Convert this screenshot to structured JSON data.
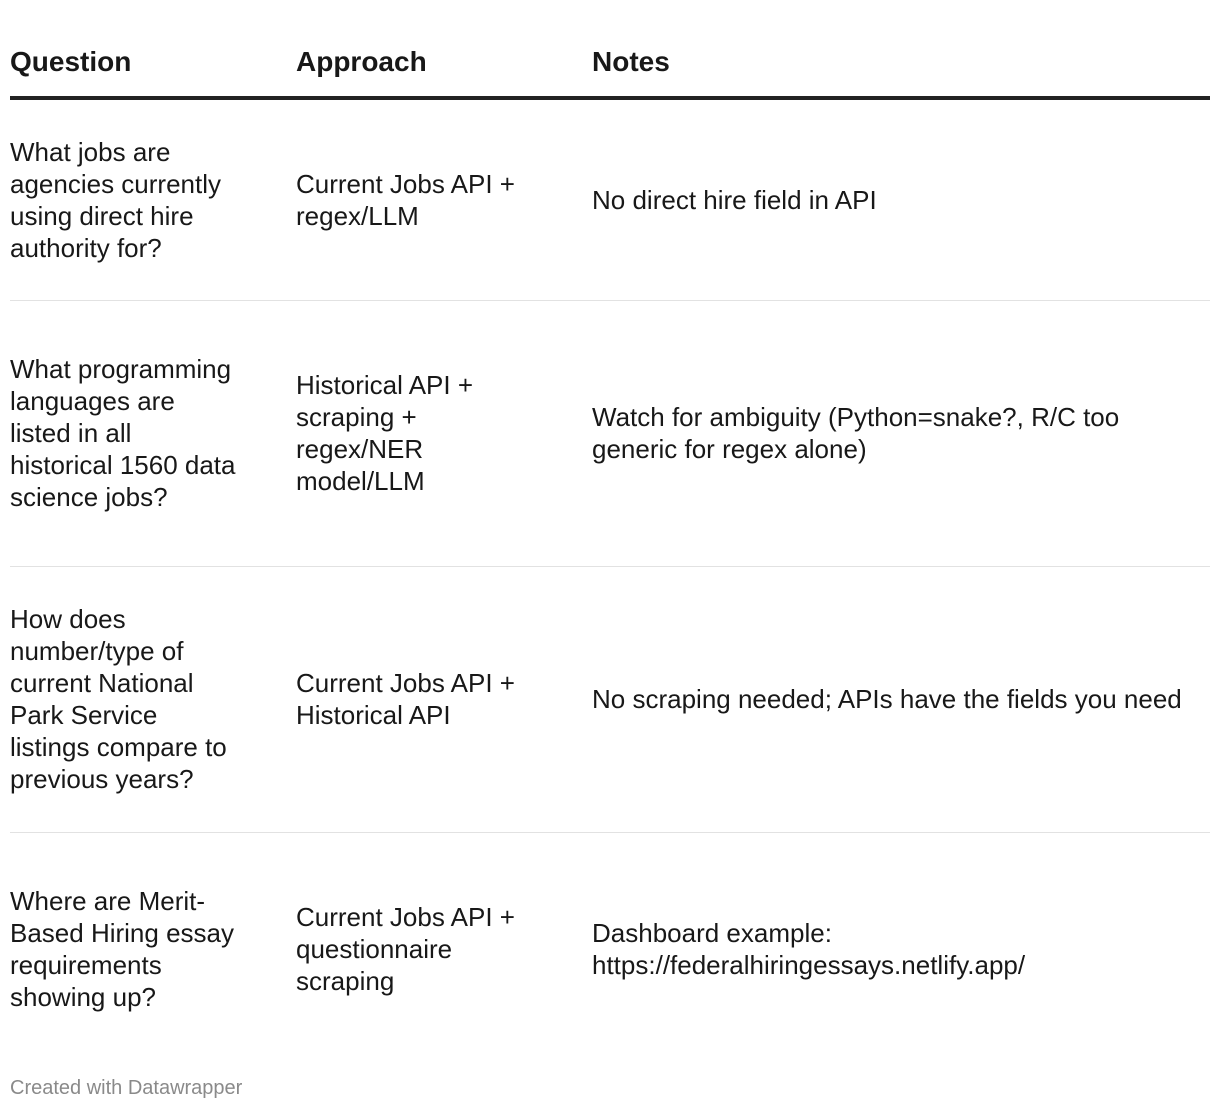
{
  "table": {
    "headers": [
      "Question",
      "Approach",
      "Notes"
    ],
    "rows": [
      {
        "question": "What jobs are agencies currently using direct hire authority for?",
        "approach": "Current Jobs API + regex/LLM",
        "notes": "No direct hire field in API"
      },
      {
        "question": "What programming languages are listed in all historical 1560 data science jobs?",
        "approach": "Historical API + scraping + regex/NER model/LLM",
        "notes": "Watch for ambiguity (Python=snake?, R/C too generic for regex alone)"
      },
      {
        "question": "How does number/type of current National Park Service listings compare to previous years?",
        "approach": "Current Jobs API + Historical API",
        "notes": "No scraping needed; APIs have the fields you need"
      },
      {
        "question": "Where are Merit-Based Hiring essay requirements showing up?",
        "approach": "Current Jobs API + questionnaire scraping",
        "notes": "Dashboard example: https://federalhiringessays.netlify.app/"
      }
    ]
  },
  "footer": {
    "credit": "Created with Datawrapper"
  }
}
